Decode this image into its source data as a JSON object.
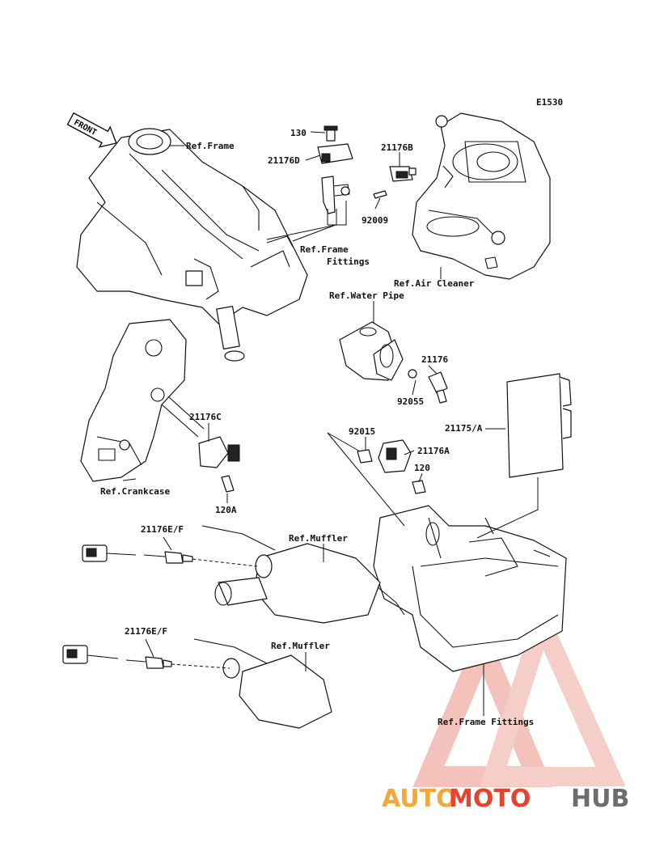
{
  "diagram_code": "E1530",
  "front_arrow": "FRONT",
  "labels": {
    "p130": "130",
    "p21176D": "21176D",
    "p21176B": "21176B",
    "p92009": "92009",
    "ref_frame": "Ref.Frame",
    "ref_frame_fittings_1": "Ref.Frame",
    "ref_frame_fittings_2": "Fittings",
    "ref_air_cleaner": "Ref.Air Cleaner",
    "ref_water_pipe": "Ref.Water Pipe",
    "p21176": "21176",
    "p92055": "92055",
    "p21176C": "21176C",
    "p21175A": "21175/A",
    "p92015": "92015",
    "p21176A": "21176A",
    "p120": "120",
    "ref_crankcase": "Ref.Crankcase",
    "p120A": "120A",
    "p21176EF_1": "21176E/F",
    "ref_muffler_1": "Ref.Muffler",
    "p21176EF_2": "21176E/F",
    "ref_muffler_2": "Ref.Muffler",
    "ref_frame_fittings_bottom": "Ref.Frame Fittings"
  },
  "watermark": {
    "part1": "AUTO",
    "part2": "MOTO",
    "part3": "HUB",
    "color_red": "#e8412e",
    "color_orange": "#f4a83a",
    "color_gray": "#6d6d6d"
  }
}
